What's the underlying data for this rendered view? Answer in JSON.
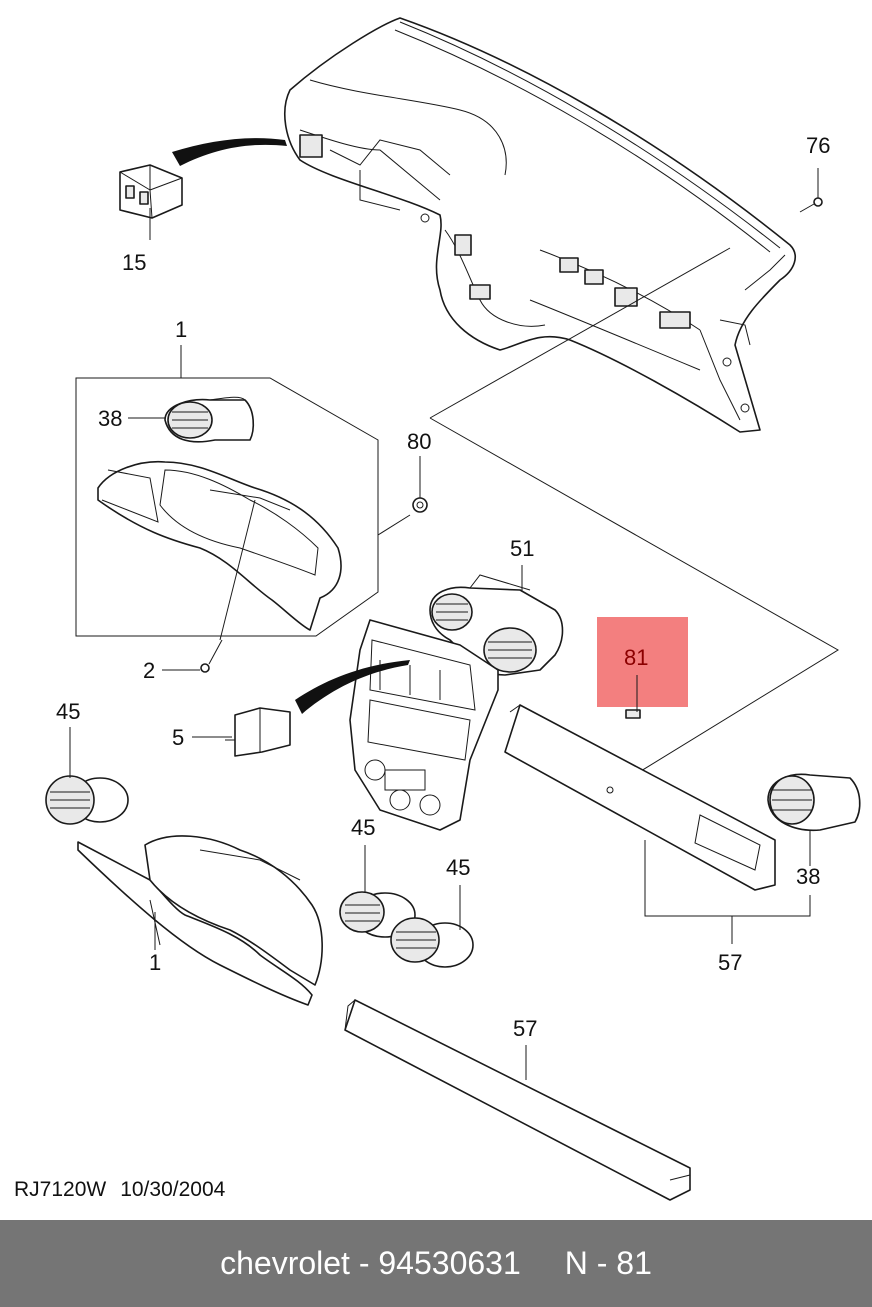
{
  "drawing": {
    "code": "RJ7120W",
    "date": "10/30/2004"
  },
  "callouts": [
    {
      "id": "c-76",
      "label": "76"
    },
    {
      "id": "c-15",
      "label": "15"
    },
    {
      "id": "c-1-top",
      "label": "1"
    },
    {
      "id": "c-38-top",
      "label": "38"
    },
    {
      "id": "c-80",
      "label": "80"
    },
    {
      "id": "c-51",
      "label": "51"
    },
    {
      "id": "c-81",
      "label": "81",
      "highlighted": true
    },
    {
      "id": "c-2",
      "label": "2"
    },
    {
      "id": "c-5",
      "label": "5"
    },
    {
      "id": "c-45-left",
      "label": "45"
    },
    {
      "id": "c-45-mid",
      "label": "45"
    },
    {
      "id": "c-45-right",
      "label": "45"
    },
    {
      "id": "c-38-right",
      "label": "38"
    },
    {
      "id": "c-57-upper",
      "label": "57"
    },
    {
      "id": "c-1-bottom",
      "label": "1"
    },
    {
      "id": "c-57-lower",
      "label": "57"
    }
  ],
  "highlight_color": "#f37f7f",
  "footer": {
    "brand": "chevrolet",
    "separator": "-",
    "part_number": "94530631",
    "ref": "N - 81",
    "background": "#757575"
  }
}
